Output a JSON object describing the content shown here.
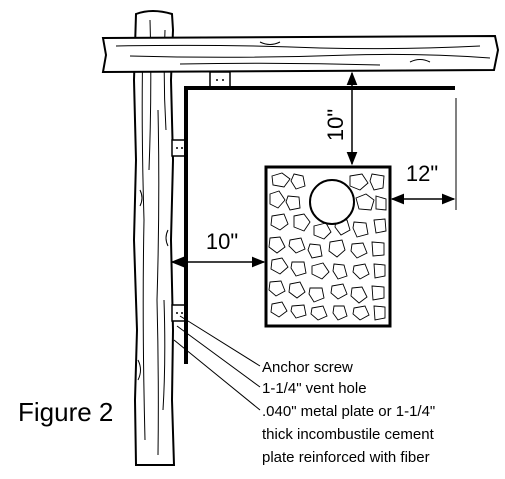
{
  "figure_label": "Figure 2",
  "dimensions": {
    "top_clearance": "10\"",
    "side_clearance": "12\"",
    "post_clearance": "10\""
  },
  "callouts": {
    "anchor_screw": "Anchor screw",
    "vent_hole": "1-1/4\" vent hole",
    "plate_line1": ".040\" metal plate or 1-1/4\"",
    "plate_line2": "thick incombustile cement",
    "plate_line3": "plate reinforced with fiber"
  },
  "colors": {
    "line": "#000000",
    "wood_fill": "#ffffff",
    "background": "#ffffff"
  }
}
